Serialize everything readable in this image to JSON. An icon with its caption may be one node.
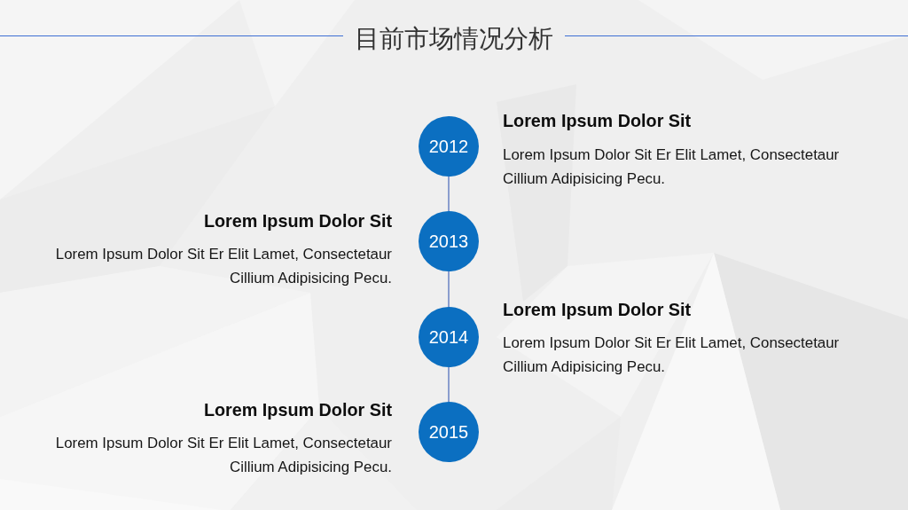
{
  "diagram": {
    "title": "目前市场情况分析",
    "nodes": [
      {
        "text": [
          "2012"
        ],
        "beside": [
          "Lorem Ipsum Dolor Sit",
          "Lorem Ipsum Dolor Sit Er Elit Lamet, Consectetaur Cillium Adipisicing Pecu."
        ]
      },
      {
        "text": [
          "2013"
        ],
        "beside": [
          "Lorem Ipsum Dolor Sit",
          "Lorem Ipsum Dolor Sit Er Elit Lamet, Consectetaur Cillium Adipisicing Pecu."
        ]
      },
      {
        "text": [
          "2014"
        ],
        "beside": [
          "Lorem Ipsum Dolor Sit",
          "Lorem Ipsum Dolor Sit Er Elit Lamet, Consectetaur Cillium Adipisicing Pecu."
        ]
      },
      {
        "text": [
          "2015"
        ],
        "beside": [
          "Lorem Ipsum Dolor Sit",
          "Lorem Ipsum Dolor Sit Er Elit Lamet, Consectetaur Cillium Adipisicing Pecu."
        ]
      }
    ],
    "edges": [
      {
        "from": 0,
        "to": 1,
        "arrow": "none"
      },
      {
        "from": 1,
        "to": 2,
        "arrow": "none"
      },
      {
        "from": 2,
        "to": 3,
        "arrow": "none"
      }
    ]
  }
}
